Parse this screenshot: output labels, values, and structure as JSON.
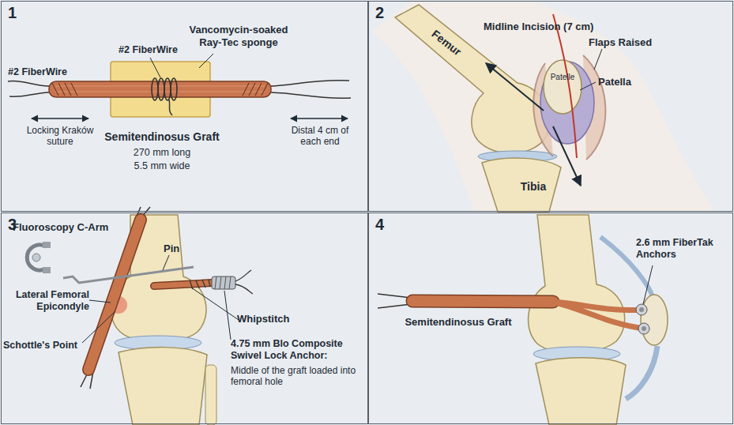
{
  "diagram": {
    "nodes": [
      {
        "text": [
          "1"
        ]
      },
      {
        "text": [
          "2"
        ]
      },
      {
        "text": [
          "3"
        ]
      },
      {
        "text": [
          "4"
        ]
      }
    ],
    "labels": [
      "#2 FiberWire",
      "#2 FiberWire",
      "Vancomycin-soaked Ray-Tec sponge",
      "Locking Kraków suture",
      "Semitendinosus Graft",
      "270 mm long",
      "5.5 mm wide",
      "Distal 4 cm of each end",
      "Midline Incision (7 cm)",
      "Flaps Raised",
      "Femur",
      "Patelle",
      "Patella",
      "Tibia",
      "Fluoroscopy C-Arm",
      "Pin",
      "Lateral Femoral Epicondyle",
      "Schottle's Point",
      "Whipstitch",
      "4.75 mm Blo Composite Swivel Lock Anchor:",
      "Middle of the graft loaded into femoral hole",
      "2.6 mm FiberTak Anchors",
      "Semitendinosus Graft"
    ]
  }
}
